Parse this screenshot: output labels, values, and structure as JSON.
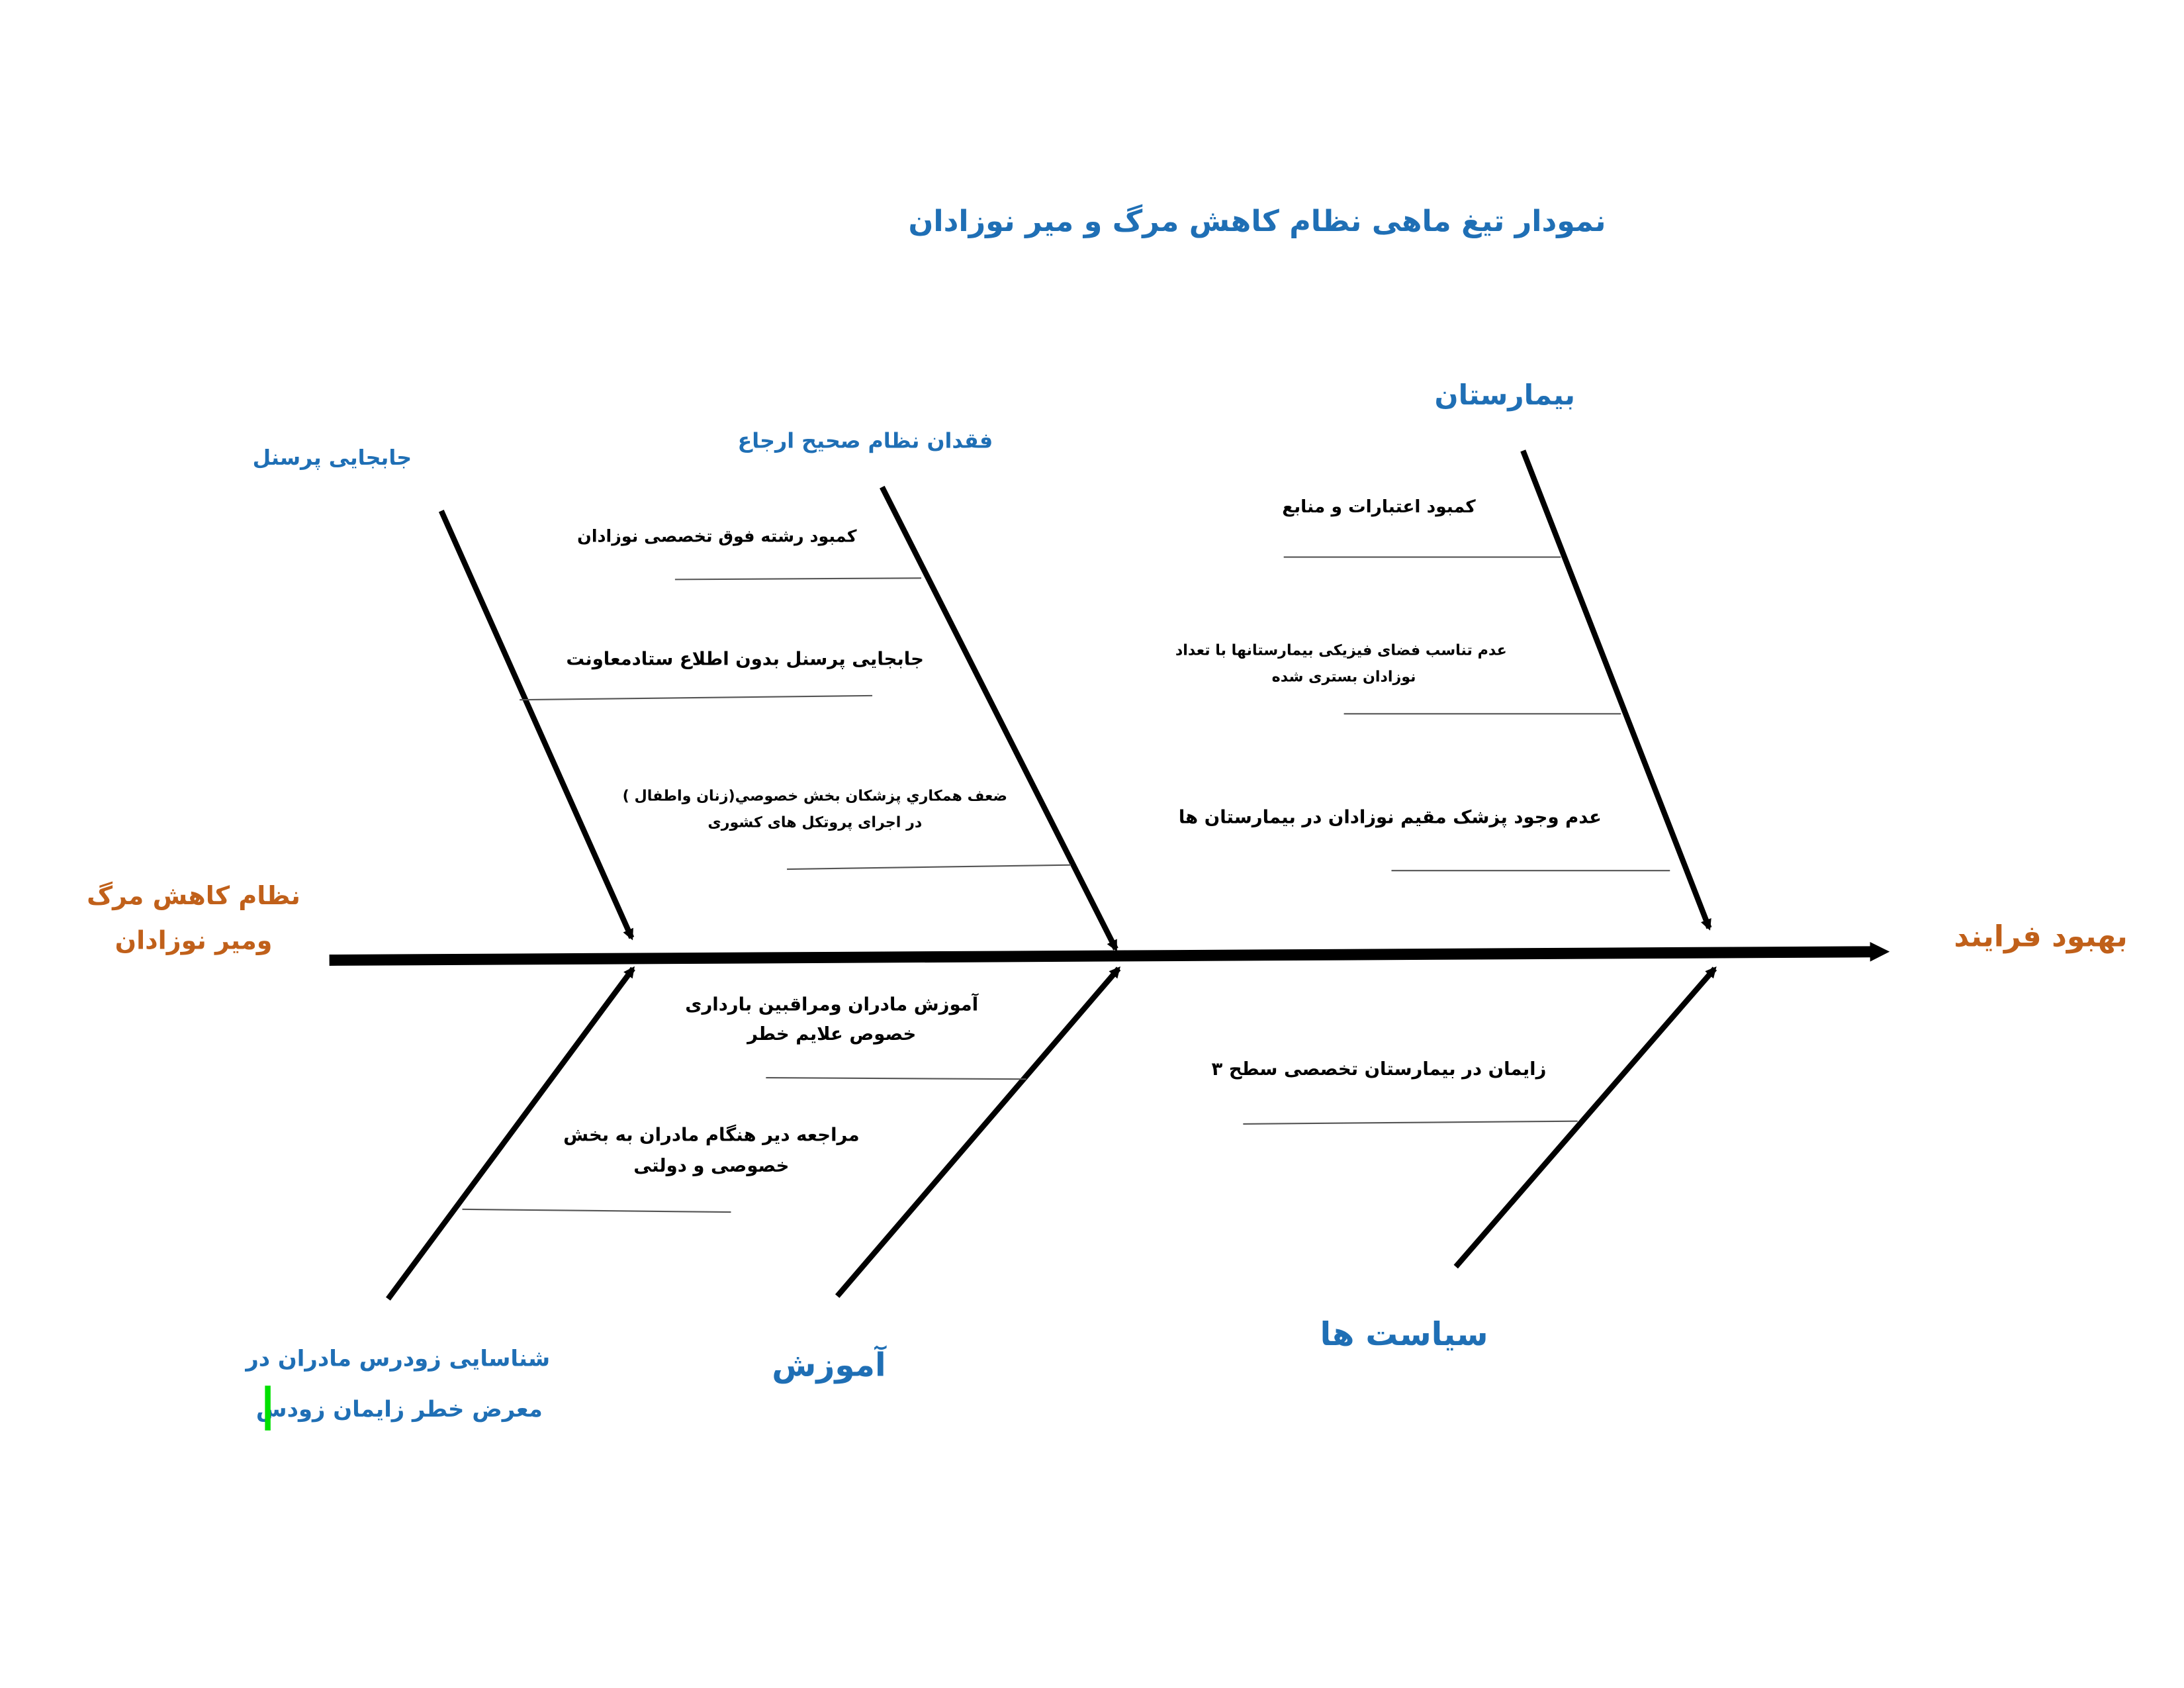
{
  "title": "نمودار تیغ ماهی نظام کاهش مرگ و میر نوزادان",
  "effect": "بهبود فرایند",
  "tail": {
    "line1": "نظام کاهش مرگ",
    "line2": "ومیر نوزادان"
  },
  "colors": {
    "heading": "#1F6FB5",
    "effect": "#C0601A",
    "line": "#000000",
    "marker": "#00E000"
  },
  "categories": {
    "hospital": {
      "label": "بیمارستان",
      "causes": [
        "کمبود اعتبارات و منابع",
        "عدم تناسب فضای فیزیکی بیمارستانها با تعداد",
        "نوزادان بستری شده",
        "عدم وجود پزشک مقیم نوزادان در بیمارستان ها"
      ]
    },
    "referral": {
      "label": "فقدان نظام صحیح  ارجاع",
      "causes": [
        "کمبود رشته فوق  تخصصی نوزادان",
        "ضعف  همکاري پزشكان بخش خصوصي(زنان واطفال )",
        "در اجرای پروتکل های کشوری"
      ]
    },
    "personnel": {
      "label": "جابجایی پرسنل",
      "causes": [
        "جابجایی پرسنل بدون اطلاع ستادمعاونت"
      ]
    },
    "policies": {
      "label": "سیاست ها",
      "causes": [
        "زایمان در بیمارستان تخصصی سطح ۳"
      ]
    },
    "education": {
      "label": "آموزش",
      "causes": [
        "آموزش  مادران ومراقبین بارداری",
        "خصوص علایم خطر"
      ]
    },
    "screening": {
      "label1": "شناسایی زودرس مادران در",
      "label2": "معرض خطر زایمان زودس",
      "causes": [
        "مراجعه دیر هنگام مادران به بخش",
        "خصوصی و دولتی"
      ]
    }
  }
}
